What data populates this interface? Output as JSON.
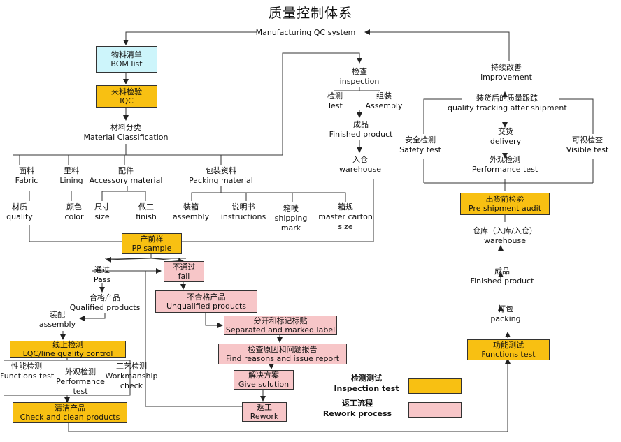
{
  "title": "质量控制体系",
  "top": {
    "system": "Manufacturing QC system"
  },
  "left": {
    "bom": [
      "物料清单",
      "BOM list"
    ],
    "iqc": [
      "来料检验",
      "IQC"
    ],
    "classification": [
      "材料分类",
      "Material Classification"
    ],
    "fabric": [
      "面料",
      "Fabric"
    ],
    "lining": [
      "里料",
      "Lining"
    ],
    "accessory": [
      "配件",
      "Accessory material"
    ],
    "packing": [
      "包装资料",
      "Packing material"
    ],
    "quality": [
      "材质",
      "quality"
    ],
    "color": [
      "颜色",
      "color"
    ],
    "size": [
      "尺寸",
      "size"
    ],
    "finish": [
      "做工",
      "finish"
    ],
    "assembly": [
      "装箱",
      "assembly"
    ],
    "instructions": [
      "说明书",
      "instructions"
    ],
    "shipping_mark": [
      "箱唛",
      "shipping",
      "mark"
    ],
    "carton": [
      "箱规",
      "master carton",
      "size"
    ],
    "pp_sample": [
      "产前样",
      "PP sample"
    ]
  },
  "middle": {
    "inspection": [
      "检查",
      "inspection"
    ],
    "test": [
      "检测",
      "Test"
    ],
    "assembly": [
      "组装",
      "Assembly"
    ],
    "finished": [
      "成品",
      "Finished product"
    ],
    "warehouse": [
      "入仓",
      "warehouse"
    ]
  },
  "right": {
    "improvement": [
      "持续改善",
      "improvement"
    ],
    "tracking": [
      "装货后的质量跟踪",
      "quality tracking after shipment"
    ],
    "safety": [
      "安全检测",
      "Safety test"
    ],
    "delivery": [
      "交货",
      "delivery"
    ],
    "visible": [
      "可视检查",
      "Visible test"
    ],
    "performance": [
      "外观检测",
      "Performance test"
    ],
    "pre_shipment": [
      "出货前检验",
      "Pre shipment audit"
    ],
    "warehouse": [
      "仓库（入库/入仓）",
      "warehouse"
    ],
    "finished": [
      "成品",
      "Finished product"
    ],
    "packing": [
      "打包",
      "packing"
    ],
    "functions": [
      "功能测试",
      "Functions test"
    ]
  },
  "flow": {
    "pass": [
      "通过",
      "Pass"
    ],
    "qualified": [
      "合格产品",
      "Qualified products"
    ],
    "assembly": [
      "装配",
      "assembly"
    ],
    "lqc": [
      "线上检测",
      "LQC/line quality control"
    ],
    "func_test": [
      "性能检测",
      "Functions test"
    ],
    "perf_test": [
      "外观检测",
      "Performance",
      "test"
    ],
    "workmanship": [
      "工艺检测",
      "Workmanship",
      "check"
    ],
    "check_clean": [
      "清洁产品",
      "Check and clean products"
    ],
    "fail": [
      "不通过",
      "fail"
    ],
    "unqualified": [
      "不合格产品",
      "Unqualified products"
    ],
    "separated": [
      "分开和标记标贴",
      "Separated and marked label"
    ],
    "find": [
      "检查原因和问题报告",
      "Find reasons and issue report"
    ],
    "solve": [
      "解决方案",
      "Give sulution"
    ],
    "rework": [
      "返工",
      "Rework"
    ]
  },
  "legend": {
    "inspection": [
      "检测测试",
      "Inspection test"
    ],
    "rework": [
      "返工流程",
      "Rework process"
    ],
    "colors": {
      "inspection": "#f8c012",
      "rework": "#f7c6c8",
      "bom": "#cdf5fb"
    }
  }
}
